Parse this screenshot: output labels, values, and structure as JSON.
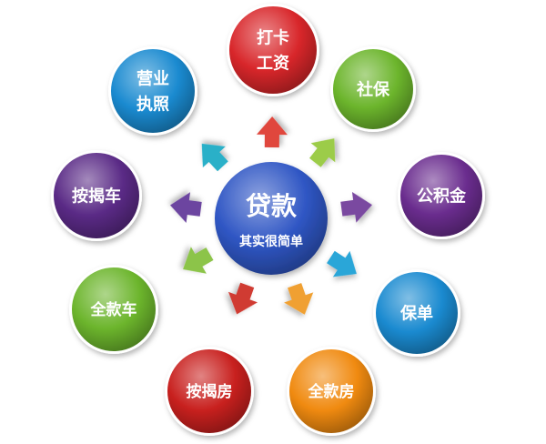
{
  "center": {
    "title": "贷款",
    "subtitle": "其实很简单",
    "color": "#2f56c4"
  },
  "nodes": [
    {
      "id": "daka-gongzi",
      "lines": [
        "打卡",
        "工资"
      ],
      "color": "#d8262a",
      "arrow_color": "#e0463c"
    },
    {
      "id": "shebao",
      "lines": [
        "社保"
      ],
      "color": "#6cb52c",
      "arrow_color": "#9ccc4a"
    },
    {
      "id": "gongjijin",
      "lines": [
        "公积金"
      ],
      "color": "#6a2c8e",
      "arrow_color": "#7a4aa0"
    },
    {
      "id": "baodan",
      "lines": [
        "保单"
      ],
      "color": "#1a8ad0",
      "arrow_color": "#2aa6d8"
    },
    {
      "id": "quankuanfang",
      "lines": [
        "全款房"
      ],
      "color": "#f08a10",
      "arrow_color": "#f0a030"
    },
    {
      "id": "anjiefang",
      "lines": [
        "按揭房"
      ],
      "color": "#c8201e",
      "arrow_color": "#d03a30"
    },
    {
      "id": "quankuanche",
      "lines": [
        "全款车"
      ],
      "color": "#6cb52c",
      "arrow_color": "#8cc448"
    },
    {
      "id": "anjieche",
      "lines": [
        "按揭车"
      ],
      "color": "#5a2a86",
      "arrow_color": "#6c44a0"
    },
    {
      "id": "yingye-zhizhao",
      "lines": [
        "营业",
        "执照"
      ],
      "color": "#1a8ad0",
      "arrow_color": "#2ab0c8"
    }
  ]
}
